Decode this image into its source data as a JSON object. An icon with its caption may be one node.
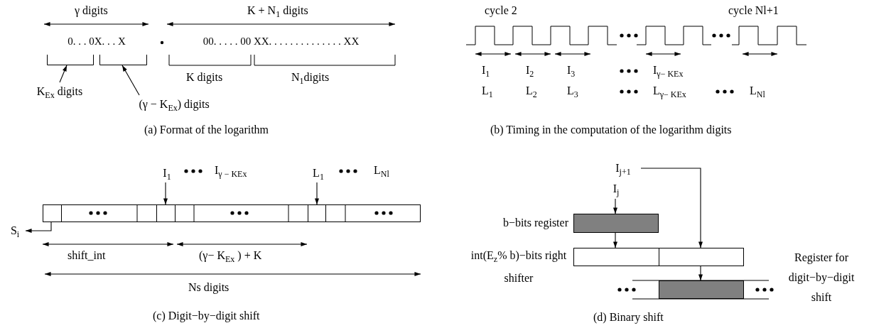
{
  "diagram": {
    "nodes": [
      {
        "text": [
          "0. . . 0X. . . X"
        ]
      },
      {
        "text": [
          "00. . . . . 00 XX. . . . . . . . . . . . . . XX"
        ]
      },
      {
        "text": [
          "K$_{Ex}$ digits"
        ]
      },
      {
        "text": [],
        "shape": "bracket"
      },
      {
        "text": [
          "(γ − K$_{Ex}$) digits"
        ]
      },
      {
        "text": [],
        "shape": "bracket"
      },
      {
        "text": [
          "I$_{1}$"
        ]
      },
      {
        "text": [
          "L$_{1}$"
        ]
      },
      {
        "text": [],
        "shape": "box"
      },
      {
        "text": [],
        "shape": "box",
        "in": 8
      },
      {
        "text": [],
        "shape": "box",
        "in": 8
      },
      {
        "text": [],
        "shape": "box",
        "in": 8
      },
      {
        "text": [
          "S$_{i}$"
        ]
      },
      {
        "text": [
          "I$_{j+1}$"
        ]
      },
      {
        "text": [
          "I$_{j}$"
        ]
      },
      {
        "text": [],
        "shape": "box",
        "beside": [
          "b−bits register"
        ]
      },
      {
        "text": [],
        "shape": "box",
        "beside": [
          "int(E$_{z}$% b)−bits right shifter"
        ]
      },
      {
        "text": [],
        "shape": "box",
        "in": 16
      },
      {
        "text": [],
        "shape": "box",
        "in": 16
      },
      {
        "text": [],
        "shape": "box",
        "beside": [
          "Register for digit−by−digit shift"
        ]
      }
    ],
    "edges": [
      {
        "from": 2,
        "to": 3,
        "arrow": "to"
      },
      {
        "from": 4,
        "to": 5,
        "arrow": "to"
      },
      {
        "from": 6,
        "to": 10,
        "arrow": "to"
      },
      {
        "from": 7,
        "to": 11,
        "arrow": "to"
      },
      {
        "from": 9,
        "to": 12,
        "arrow": "to"
      },
      {
        "from": 14,
        "to": 15,
        "arrow": "to"
      },
      {
        "from": 15,
        "to": 17,
        "arrow": "to"
      },
      {
        "from": 13,
        "to": 18,
        "arrow": "to"
      },
      {
        "from": 18,
        "to": 19,
        "arrow": "to"
      }
    ],
    "labels": [
      "γ digits",
      "K + N$_{1}$ digits",
      "K digits",
      "N$_{1}$digits",
      "(a) Format of the logarithm",
      "cycle 2",
      "cycle Nl+1",
      "I$_{1}$",
      "I$_{2}$",
      "I$_{3}$",
      "I$_{γ− K}$$_{Ex}$",
      "L$_{1}$",
      "L$_{2}$",
      "L$_{3}$",
      "L$_{γ− K}$$_{Ex}$",
      "L$_{Nl}$",
      "(b) Timing in the computation of the logarithm digits",
      "I$_{γ − K}$$_{Ex}$",
      "L$_{Nl}$",
      "shift_int",
      "(γ− K$_{Ex}$ ) + K",
      "Ns digits",
      "(c) Digit−by−digit shift",
      "(d) Binary shift"
    ]
  }
}
